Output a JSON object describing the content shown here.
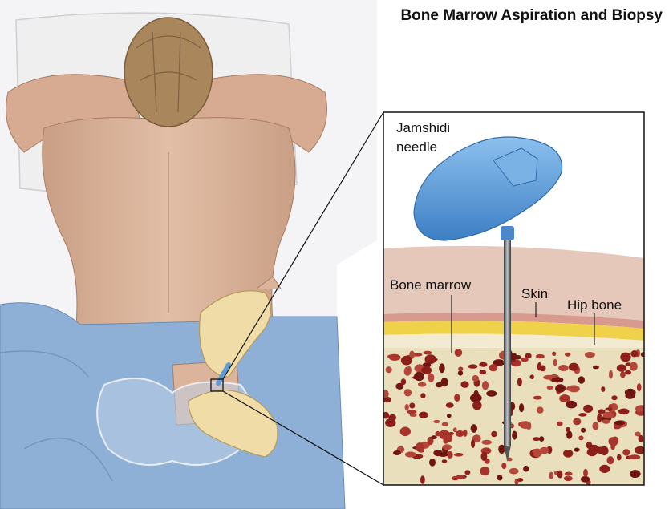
{
  "title": "Bone Marrow Aspiration and Biopsy",
  "labels": {
    "needle_line1": "Jamshidi",
    "needle_line2": "needle",
    "bone_marrow": "Bone marrow",
    "skin": "Skin",
    "hip_bone": "Hip bone"
  },
  "colors": {
    "skin": "#dcb49b",
    "drape": "#8fb0d6",
    "pillow": "#f1f1f1",
    "hair": "#9a7a52",
    "glove": "#efdca6",
    "needle_handle": "#5e9ad6",
    "bone": "#e9dfbd",
    "marrow": "#8c1f1a",
    "fat_layer": "#f0d24a",
    "skin_layer": "#d89a8e"
  }
}
